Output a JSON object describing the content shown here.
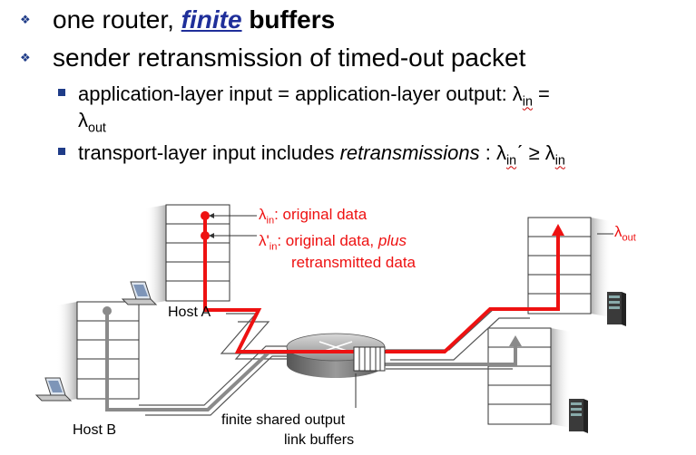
{
  "bullets": {
    "b1": {
      "text1": "one router, ",
      "finite": "finite",
      "buffers": "buffers"
    },
    "b2": {
      "text": "sender retransmission of timed-out packet"
    },
    "b3": {
      "line1": "application-layer input = application-layer output: λ",
      "sub1": "in",
      "eq": " =",
      "line2": "λ",
      "sub2": "out"
    },
    "b4": {
      "text": "transport-layer input includes ",
      "ital": "retransmissions",
      "rel": " : λ",
      "sub1": "in",
      "mid": "ˊ ≥ λ",
      "sub2": "in"
    }
  },
  "diagram": {
    "lambda_in_label": "λ",
    "lambda_in_sub": "in",
    "lambda_in_desc": ": original data",
    "lambda_in_prime_label": "λ'",
    "lambda_in_prime_sub": "in",
    "lambda_in_prime_desc": ": original data, ",
    "plus": "plus",
    "retrans": "retransmitted data",
    "lambda_out_label": "λ",
    "lambda_out_sub": "out",
    "host_a": "Host A",
    "host_b": "Host B",
    "buffers1": "finite shared output",
    "buffers2": "link buffers"
  },
  "colors": {
    "bullet": "#1f3c88",
    "finite": "#1f2f9a",
    "flow_red": "#ee1111",
    "flow_gray": "#888888"
  }
}
